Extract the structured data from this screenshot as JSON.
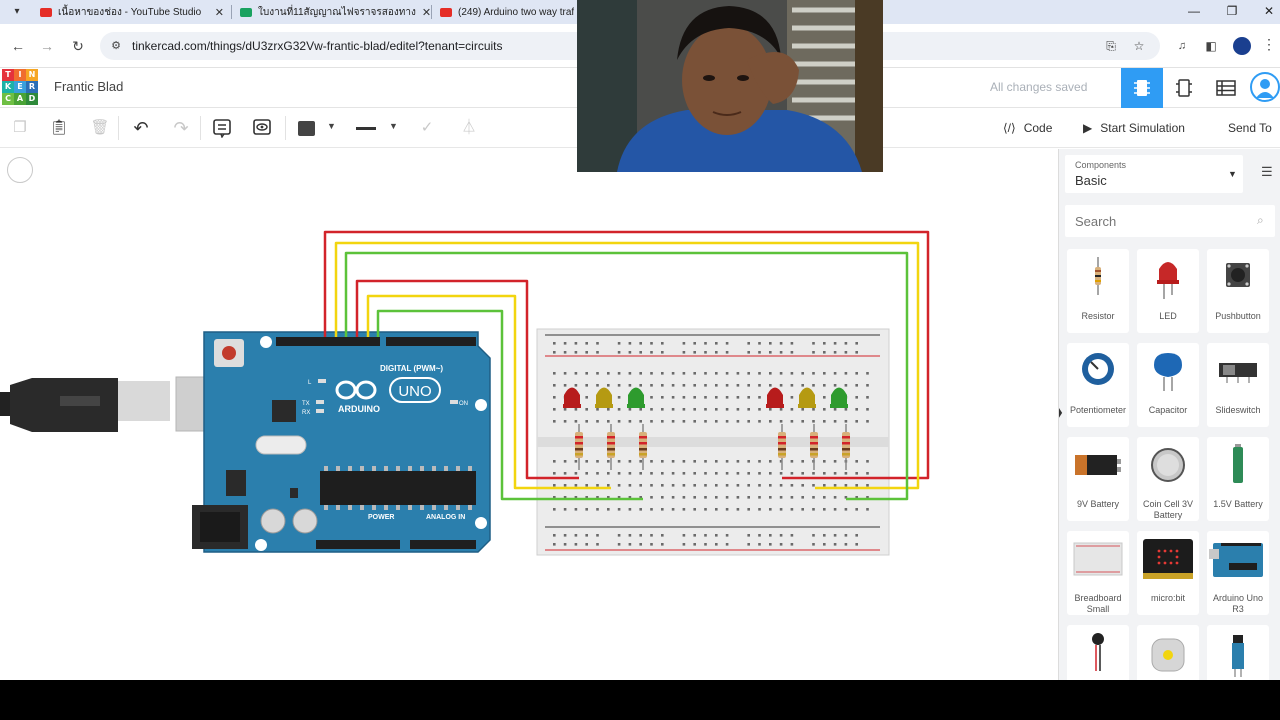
{
  "browser": {
    "tabs": [
      {
        "title": "เนื้อหาของช่อง - YouTube Studio",
        "icon": "youtube-icon"
      },
      {
        "title": "ใบงานที่11สัญญาณไฟจราจรสองทาง",
        "icon": "classroom-icon"
      },
      {
        "title": "(249) Arduino two way traf",
        "icon": "youtube-icon"
      }
    ],
    "url": "tinkercad.com/things/dU3zrxG32Vw-frantic-blad/editel?tenant=circuits"
  },
  "tinkercad": {
    "logo_letters": [
      "T",
      "I",
      "N",
      "K",
      "E",
      "R",
      "C",
      "A",
      "D"
    ],
    "design_title": "Frantic Blad",
    "save_status": "All changes saved"
  },
  "toolbar": {
    "code_label": "Code",
    "simulate_label": "Start Simulation",
    "send_label": "Send To"
  },
  "panel": {
    "components_label": "Components",
    "components_value": "Basic",
    "search_placeholder": "Search",
    "items": [
      {
        "name": "Resistor"
      },
      {
        "name": "LED"
      },
      {
        "name": "Pushbutton"
      },
      {
        "name": "Potentiometer"
      },
      {
        "name": "Capacitor"
      },
      {
        "name": "Slideswitch"
      },
      {
        "name": "9V Battery"
      },
      {
        "name": "Coin Cell 3V Battery"
      },
      {
        "name": "1.5V Battery"
      },
      {
        "name": "Breadboard Small"
      },
      {
        "name": "micro:bit"
      },
      {
        "name": "Arduino Uno R3"
      },
      {
        "name": ""
      },
      {
        "name": ""
      },
      {
        "name": ""
      }
    ]
  },
  "arduino": {
    "brand": "ARDUINO",
    "model": "UNO",
    "digital_label": "DIGITAL (PWM~)",
    "power_label": "POWER",
    "analog_label": "ANALOG IN",
    "on_label": "ON",
    "tx_label": "TX",
    "rx_label": "RX",
    "l_label": "L"
  },
  "colors": {
    "accent": "#2f9cf4",
    "wire_red": "#d2232a",
    "wire_yellow": "#f2d50f",
    "wire_green": "#5cc23a",
    "arduino_blue": "#2b7fad"
  }
}
